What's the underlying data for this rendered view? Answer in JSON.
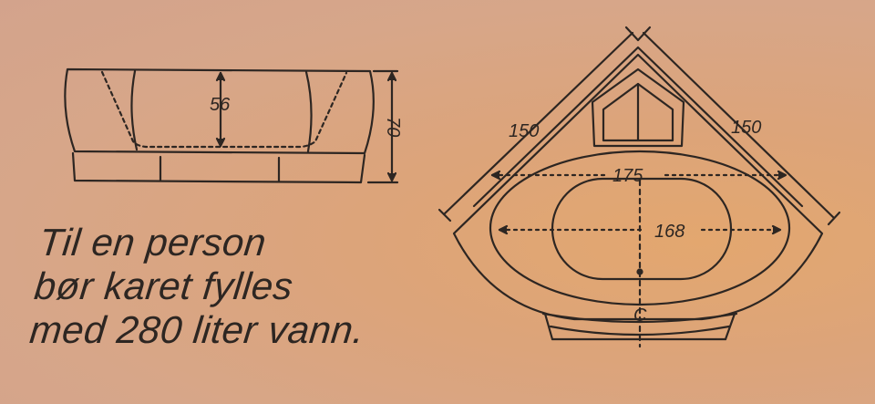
{
  "dimensions": {
    "depth_inner": "56",
    "height": "70",
    "side_left": "150",
    "side_right": "150",
    "outer_width": "175",
    "inner_width": "168",
    "center_mark": "C"
  },
  "caption": {
    "line1": "Til en person",
    "line2": "bør karet fylles",
    "line3": "med 280 liter vann."
  },
  "colors": {
    "line": "#2d2622",
    "background": "#d9a584"
  }
}
